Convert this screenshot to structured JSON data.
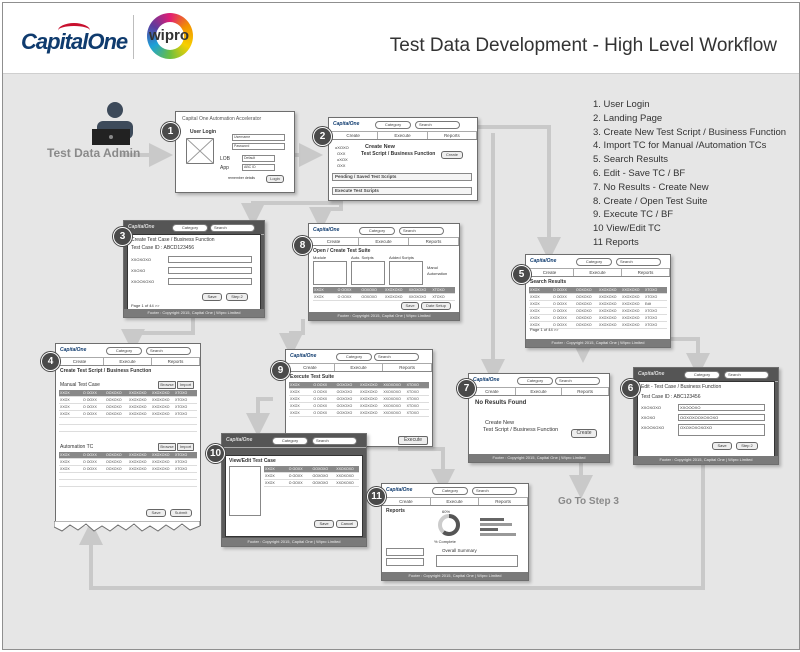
{
  "header": {
    "brand_capitalone": "CapitalOne",
    "brand_wipro": "wipro",
    "title": "Test Data Development - High Level Workflow"
  },
  "actor": {
    "label": "Test Data Admin"
  },
  "goto_label": "Go To Step 3",
  "legend": [
    "1.  User Login",
    "2.  Landing Page",
    "3.  Create New Test Script / Business Function",
    "4.  Import TC for Manual /Automation TCs",
    "5.  Search Results",
    "6.  Edit - Save TC / BF",
    "7.  No Results - Create New",
    "8.  Create / Open Test Suite",
    "9.  Execute TC / BF",
    "10 View/Edit TC",
    "11 Reports"
  ],
  "common": {
    "logo": "CapitalOne",
    "category": "Category",
    "search": "Search",
    "tab_create": "Create",
    "tab_execute": "Execute",
    "tab_reports": "Reports",
    "footer": "Footer : Copyright 2015, Capital One | Wipro Limited"
  },
  "steps": {
    "s1": {
      "num": "1",
      "app_title": "Capital One Automation Accelerator",
      "heading": "User Login",
      "username": "Username",
      "password": "Password",
      "lob_label": "LOB",
      "lob_value": "Default",
      "app_label": "App",
      "app_value": "ABC ID",
      "remember": "remember details",
      "login": "Login"
    },
    "s2": {
      "num": "2",
      "create_new": "Create New",
      "create_new_sub": "Test Script / Business Function",
      "create_btn": "Create",
      "tree1": "oXOXO",
      "tree2": "OXX",
      "tree3": "oXOX",
      "tree4": "OXX",
      "pending": "Pending / Saved Test Scripts",
      "execute": "Execute Test Scripts"
    },
    "s3": {
      "num": "3",
      "heading": "Create Test Case / Business Function",
      "tc_id": "Test Case ID : ABCD123456",
      "row1": "XXOXOXO",
      "row2": "XXOXO",
      "row3": "XXOOXOXO",
      "pager": "Page 1 of 44 >>",
      "save": "Save",
      "step2": "Step 2"
    },
    "s4": {
      "num": "4",
      "create_new": "Create Test Script / Business Function",
      "manual": "Manual Test Case",
      "automation": "Automation TC",
      "browse": "Browse",
      "import": "Import",
      "save": "Save",
      "submit": "Submit"
    },
    "s5": {
      "num": "5",
      "heading": "Search Results",
      "pager": "Page 1 of 44 >>",
      "edit": "Edit"
    },
    "s6": {
      "num": "6",
      "heading": "Edit - Test Case / Business Function",
      "tc_id": "Test Case ID : ABC123456",
      "v1": "XXOOOXO",
      "v2": "OOXOXOOXOXOXO",
      "v3": "OXOXOXOXOXO",
      "save": "Save",
      "step2": "Step 2"
    },
    "s7": {
      "num": "7",
      "no_results": "No Results Found",
      "create_new": "Create New",
      "create_new_sub": "Test Script / Business Function",
      "create_btn": "Create"
    },
    "s8": {
      "num": "8",
      "heading": "Open / Create Test Suite",
      "module": "Module",
      "auto_scripts": "Auto. Scripts",
      "added_scripts": "Added Scripts",
      "manual": "Manul",
      "automation": "Automation",
      "save": "Save",
      "date_setup": "Date Setup"
    },
    "s9": {
      "num": "9",
      "heading": "Execute Test Suite",
      "execute": "Execute"
    },
    "s10": {
      "num": "10",
      "heading": "View/Edit Test Case",
      "save": "Save",
      "cancel": "Cancel"
    },
    "s11": {
      "num": "11",
      "heading": "Reports",
      "pct": "60%",
      "pct_label": "% Complete",
      "overall": "Overall Summary"
    }
  },
  "grid_cells": [
    "XXOX",
    "O OOXX",
    "OOXOXO",
    "XXOXOXO",
    "XXOXOXO",
    "XTOXO"
  ]
}
